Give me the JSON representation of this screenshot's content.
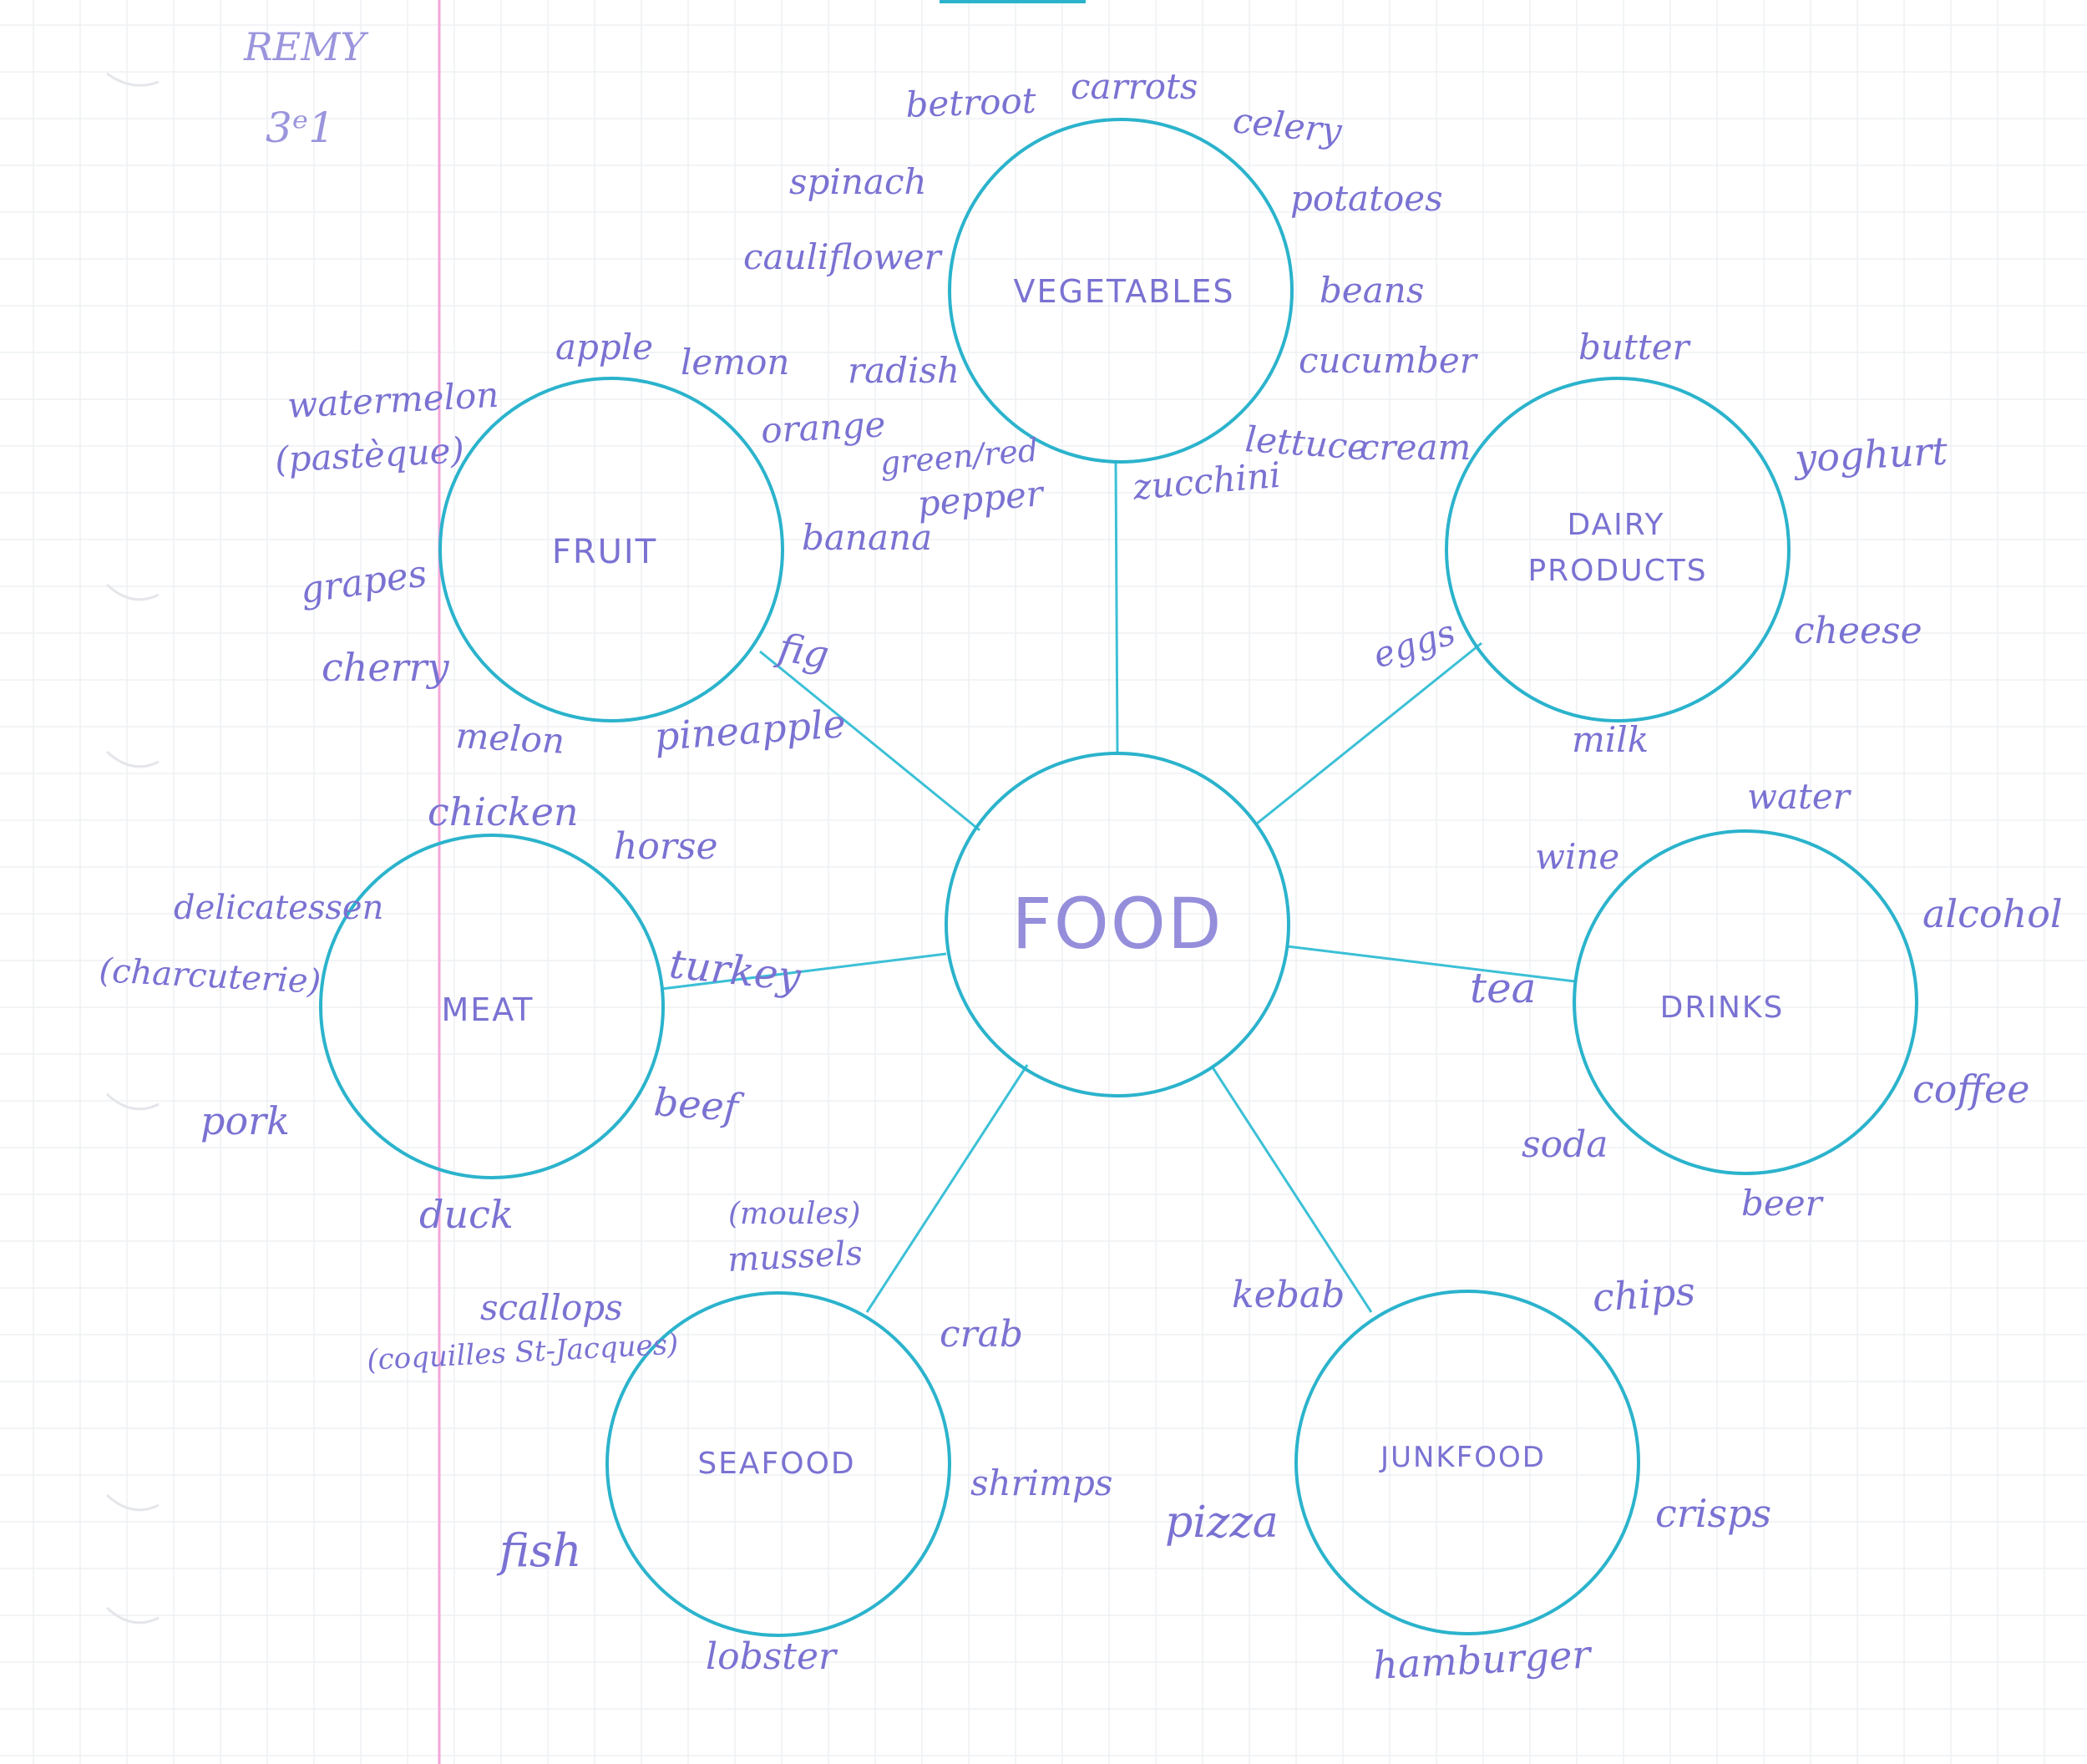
{
  "header": {
    "name": "REMY",
    "group": "3ᵉ1"
  },
  "colors": {
    "circle_stroke": "#2bb3cc",
    "connector_stroke": "#3cc0d6",
    "ink": "#7a72d2",
    "margin_line": "#f4a6d8",
    "grid_line": "#eef0f4",
    "paper": "#ffffff"
  },
  "center": {
    "label": "FOOD"
  },
  "categories": {
    "vegetables": {
      "label": "VEGETABLES",
      "items": {
        "betroot": "betroot",
        "carrots": "carrots",
        "celery": "celery",
        "spinach": "spinach",
        "potatoes": "potatoes",
        "cauliflower": "cauliflower",
        "beans": "beans",
        "radish": "radish",
        "cucumber": "cucumber",
        "lettuce": "lettuce",
        "green_red_pepper_1": "green/red",
        "green_red_pepper_2": "pepper",
        "zucchini": "zucchini"
      }
    },
    "fruit": {
      "label": "FRUIT",
      "items": {
        "apple": "apple",
        "lemon": "lemon",
        "watermelon_1": "watermelon",
        "watermelon_2": "(pastèque)",
        "orange": "orange",
        "banana": "banana",
        "grapes": "grapes",
        "cherry": "cherry",
        "fig": "fig",
        "melon": "melon",
        "pineapple": "pineapple"
      }
    },
    "dairy": {
      "label_line1": "DAIRY",
      "label_line2": "PRODUCTS",
      "items": {
        "butter": "butter",
        "cream": "cream",
        "yoghurt": "yoghurt",
        "cheese": "cheese",
        "eggs": "eggs",
        "milk": "milk"
      }
    },
    "meat": {
      "label": "MEAT",
      "items": {
        "chicken": "chicken",
        "horse": "horse",
        "delicatessen_1": "delicatessen",
        "delicatessen_2": "(charcuterie)",
        "turkey": "turkey",
        "pork": "pork",
        "beef": "beef",
        "duck": "duck"
      }
    },
    "drinks": {
      "label": "DRINKS",
      "items": {
        "water": "water",
        "wine": "wine",
        "alcohol": "alcohol",
        "tea": "tea",
        "coffee": "coffee",
        "soda": "soda",
        "beer": "beer"
      }
    },
    "seafood": {
      "label": "SEAFOOD",
      "items": {
        "moules": "(moules)",
        "mussels": "mussels",
        "scallops_1": "scallops",
        "scallops_2": "(coquilles St-Jacques)",
        "crab": "crab",
        "shrimps": "shrimps",
        "fish": "fish",
        "lobster": "lobster"
      }
    },
    "junkfood": {
      "label": "JUNKFOOD",
      "items": {
        "kebab": "kebab",
        "chips": "chips",
        "pizza": "pizza",
        "crisps": "crisps",
        "hamburger": "hamburger"
      }
    }
  }
}
